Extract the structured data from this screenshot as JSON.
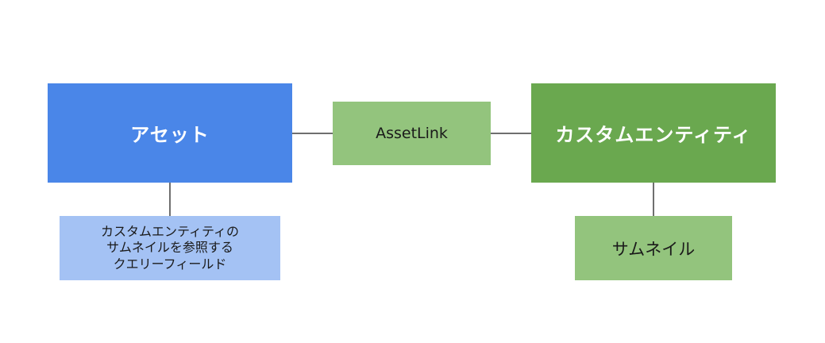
{
  "diagram": {
    "nodes": {
      "asset": {
        "label": "アセット",
        "color": "#4a86e8"
      },
      "asset_link": {
        "label": "AssetLink",
        "color": "#93c47d"
      },
      "custom_entity": {
        "label": "カスタムエンティティ",
        "color": "#6aa84f"
      },
      "query_field": {
        "label": "カスタムエンティティの\nサムネイルを参照する\nクエリーフィールド",
        "color": "#a4c2f4"
      },
      "thumbnail": {
        "label": "サムネイル",
        "color": "#93c47d"
      }
    },
    "edges": [
      {
        "from": "asset",
        "to": "asset_link"
      },
      {
        "from": "asset_link",
        "to": "custom_entity"
      },
      {
        "from": "asset",
        "to": "query_field"
      },
      {
        "from": "custom_entity",
        "to": "thumbnail"
      }
    ],
    "connector_color": "#6f6f6f"
  }
}
